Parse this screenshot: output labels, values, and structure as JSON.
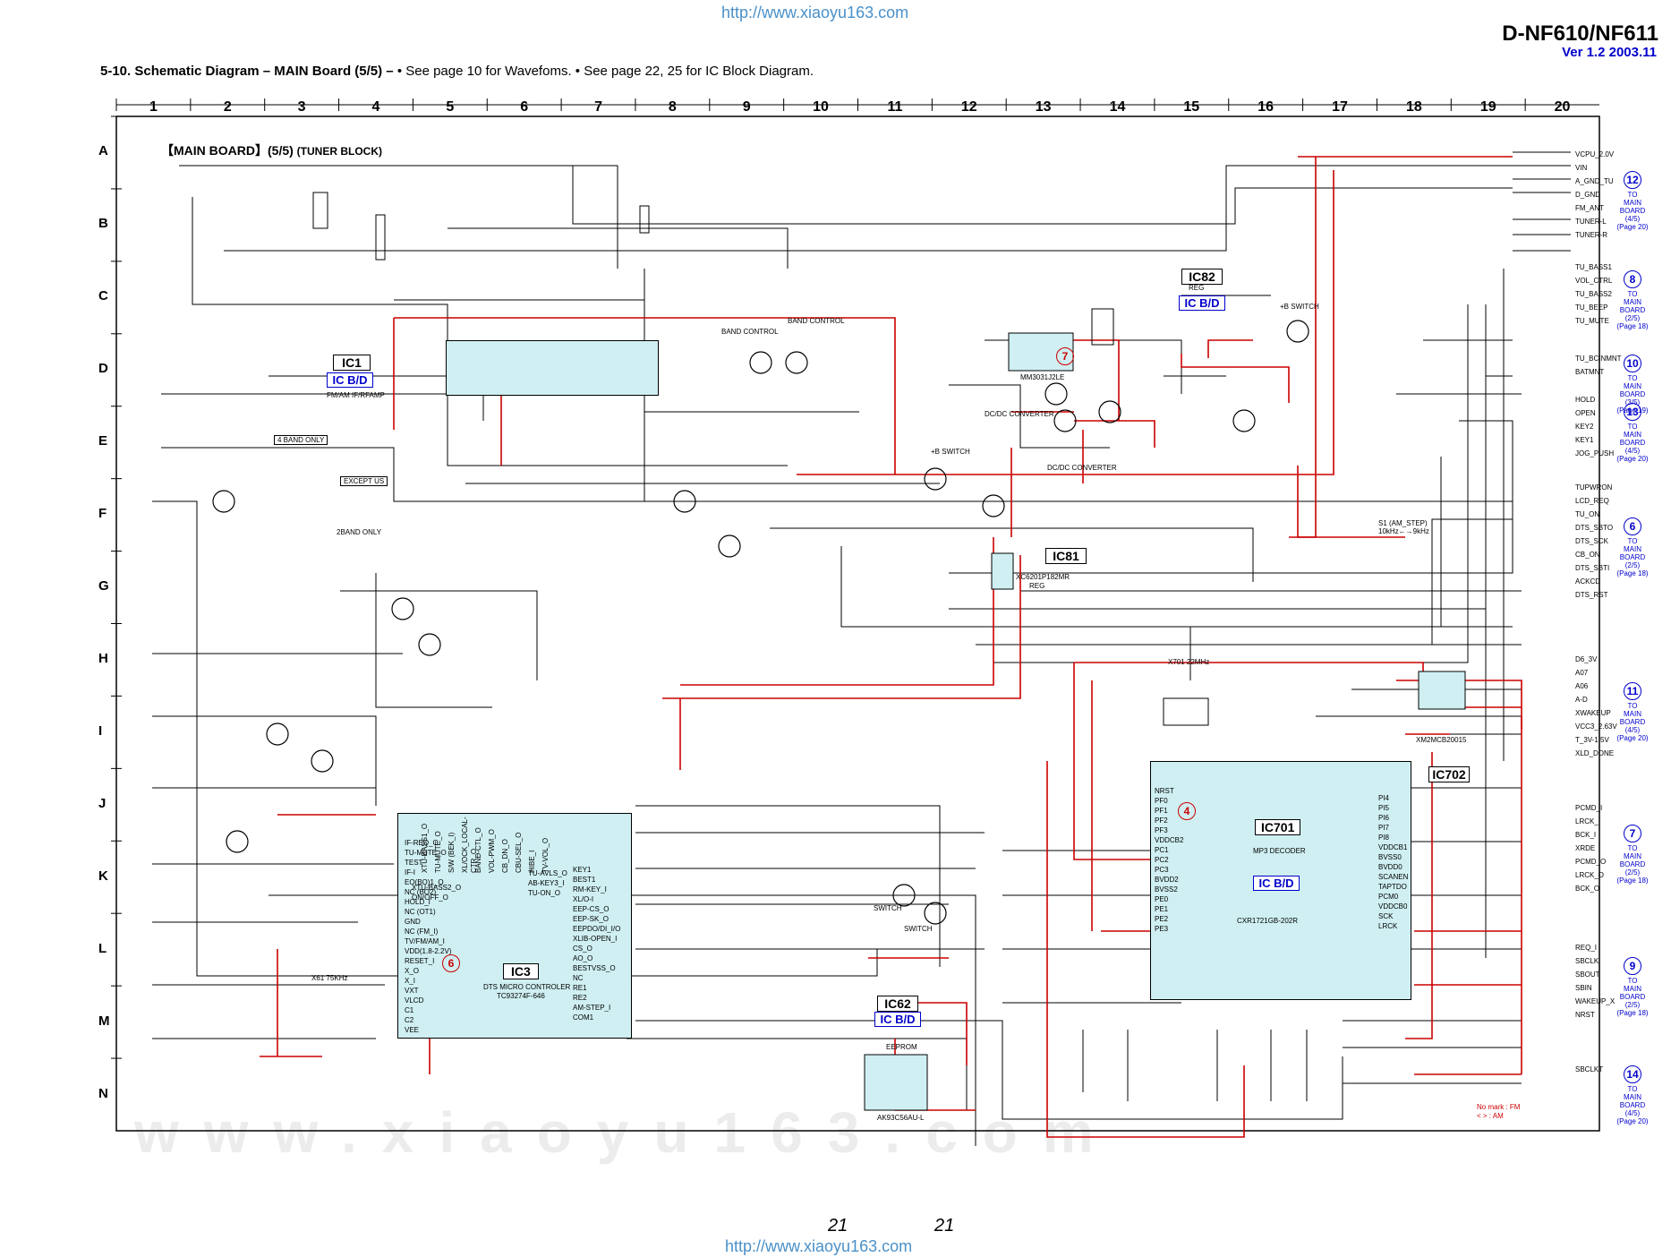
{
  "header": {
    "url_top": "http://www.xiaoyu163.com",
    "model": "D-NF610/NF611",
    "version": "Ver 1.2  2003.11",
    "section": "5-10. Schematic Diagram",
    "section_sub": "– MAIN Board (5/5) –",
    "note1": "• See page 10 for Wavefoms.",
    "note2": "• See page 22, 25 for IC Block Diagram."
  },
  "grid": {
    "columns": [
      "1",
      "2",
      "3",
      "4",
      "5",
      "6",
      "7",
      "8",
      "9",
      "10",
      "11",
      "12",
      "13",
      "14",
      "15",
      "16",
      "17",
      "18",
      "19",
      "20"
    ],
    "rows": [
      "A",
      "B",
      "C",
      "D",
      "E",
      "F",
      "G",
      "H",
      "I",
      "J",
      "K",
      "L",
      "M",
      "N"
    ]
  },
  "board_title": "【MAIN BOARD】(5/5)",
  "board_sub": "(TUNER BLOCK)",
  "ic_blocks": [
    {
      "id": "IC1",
      "tag": "IC B/D",
      "part": "FM/AM IF/RFAMP"
    },
    {
      "id": "IC82",
      "tag": "IC B/D",
      "part": "MM3031J2LE",
      "desc": "REG"
    },
    {
      "id": "IC81",
      "part": "XC6201P182MR",
      "desc": "REG"
    },
    {
      "id": "IC3",
      "part": "TC93274F-646",
      "desc": "DTS MICRO CONTROLER"
    },
    {
      "id": "IC62",
      "tag": "IC B/D",
      "part": "AK93C56AU-L",
      "desc": "EEPROM"
    },
    {
      "id": "IC701",
      "tag": "IC B/D",
      "part": "CXR1721GB-202R",
      "desc": "MP3 DECODER"
    },
    {
      "id": "IC702",
      "part": "XM2MCB20015"
    }
  ],
  "ic3_pins_left": [
    "IF-REQ_O",
    "TU-MUTE_O",
    "TEST",
    "IF-I",
    "EO(BO)1_O",
    "NC (BO2)",
    "HOLD_I",
    "NC (OT1)",
    "GND",
    "NC (FM_I)",
    "TV/FM/AM_I",
    "VDD(1.8-2.2V)",
    "RESET_I",
    "X_O",
    "X_I",
    "VXT",
    "VLCD",
    "C1",
    "C2",
    "VEE"
  ],
  "ic3_pins_right": [
    "KEY1",
    "BEST1",
    "RM-KEY_I",
    "XL/O-I",
    "EEP-CS_O",
    "EEP-SK_O",
    "EEPDO/DI_I/O",
    "XLIB-OPEN_I",
    "CS_O",
    "AO_O",
    "BESTVSS_O",
    "NC",
    "RE1",
    "RE2",
    "AM-STEP_I",
    "COM1"
  ],
  "ic3_pin_top": [
    "XTU-BASS1_O",
    "TU-MUTE_O",
    "S/W (BEK_I)",
    "XL/OCK_LOCAL-CTR_O",
    "BAND-CTL_O",
    "VOL-PWM_O",
    "CB_DN_O",
    "CBU-SEL_O",
    "HIBE_I",
    "TV-VOL_O"
  ],
  "ic701_pins_left": [
    "NRST",
    "PF0",
    "PF1",
    "PF2",
    "PF3",
    "VDDCB2",
    "PC1",
    "PC2",
    "PC3",
    "BVDD2",
    "BVSS2",
    "PE0",
    "PE1",
    "PE2",
    "PE3"
  ],
  "ic701_pins_right": [
    "PI4",
    "PI5",
    "PI6",
    "PI7",
    "PI8",
    "VDDCB1",
    "BVSS0",
    "BVDD0",
    "SCANEN",
    "TAPTDO",
    "PCM0",
    "VDDCB0",
    "SCK",
    "LRCK"
  ],
  "left_signals": [
    "XTU-BASS2_O",
    "ON/OFF_O"
  ],
  "ic3_mid_labels": [
    "TU-AVLS_O",
    "AB-KEY3_I",
    "TU-ON_O"
  ],
  "right_connectors": [
    {
      "num": "12",
      "lines": [
        "TO",
        "MAIN",
        "BOARD",
        "(4/5)",
        "(Page 20)"
      ],
      "signals": [
        "VCPU_2.0V",
        "VIN",
        "A_GND_TU",
        "D_GND",
        "FM_ANT",
        "TUNER-L",
        "TUNER-R"
      ]
    },
    {
      "num": "8",
      "lines": [
        "TO",
        "MAIN",
        "BOARD",
        "(2/5)",
        "(Page 18)"
      ],
      "signals": [
        "TU_BASS1",
        "VOL_CTRL",
        "TU_BASS2",
        "TU_BEEP",
        "TU_MUTE"
      ]
    },
    {
      "num": "10",
      "lines": [
        "TO",
        "MAIN",
        "BOARD",
        "(3/5)",
        "(Page 19)"
      ],
      "signals": [
        "TU_BCINMNT",
        "BATMNT"
      ]
    },
    {
      "num": "13",
      "lines": [
        "TO",
        "MAIN",
        "BOARD",
        "(4/5)",
        "(Page 20)"
      ],
      "signals": [
        "HOLD",
        "OPEN",
        "KEY2",
        "KEY1",
        "JOG_PUSH"
      ]
    },
    {
      "num": "6",
      "lines": [
        "TO",
        "MAIN",
        "BOARD",
        "(2/5)",
        "(Page 18)"
      ],
      "signals": [
        "TUPWRON",
        "LCD_REQ",
        "TU_ON",
        "DTS_SBTO",
        "DTS_SCK",
        "CB_ON",
        "DTS_SBTI",
        "ACKCD",
        "DTS_RST"
      ]
    },
    {
      "num": "11",
      "lines": [
        "TO",
        "MAIN",
        "BOARD",
        "(4/5)",
        "(Page 20)"
      ],
      "signals": [
        "D6_3V",
        "A07",
        "A06",
        "A-D",
        "XWAKEUP",
        "VCC3_2.63V",
        "T_3V-1.5V",
        "XLD_DONE"
      ]
    },
    {
      "num": "7",
      "lines": [
        "TO",
        "MAIN",
        "BOARD",
        "(2/5)",
        "(Page 18)"
      ],
      "signals": [
        "PCMD_I",
        "LRCK_I",
        "BCK_I",
        "XRDE",
        "PCMD_O",
        "LRCK_O",
        "BCK_O"
      ]
    },
    {
      "num": "9",
      "lines": [
        "TO",
        "MAIN",
        "BOARD",
        "(2/5)",
        "(Page 18)"
      ],
      "signals": [
        "REQ_I",
        "SBCLK",
        "SBOUT",
        "SBIN",
        "WAKEUP_X",
        "NRST"
      ]
    },
    {
      "num": "14",
      "lines": [
        "TO",
        "MAIN",
        "BOARD",
        "(4/5)",
        "(Page 20)"
      ],
      "signals": [
        "SBCLKT"
      ]
    }
  ],
  "waveform_markers": [
    "7",
    "4",
    "6"
  ],
  "legend": {
    "line1": "No mark : FM",
    "line2": "<  > : AM"
  },
  "component_labels": [
    "BAND CONTROL",
    "BAND CONTROL",
    "+B SWITCH",
    "+B SWITCH",
    "DC/DC CONVERTER",
    "DC/DC CONVERTER",
    "SWITCH",
    "SWITCH",
    "4 BAND ONLY",
    "2BAND ONLY",
    "EXCEPT US",
    "S1 (AM_STEP) 10kHz←→9kHz",
    "X701 22MHz",
    "X61 75KHz"
  ],
  "page_numbers": [
    "21",
    "21"
  ],
  "url_bottom": "http://www.xiaoyu163.com",
  "watermark": "www.xiaoyu163.com",
  "colors": {
    "wire": "#000000",
    "highlight": "#cc0000",
    "chip_fill": "#cfeff2",
    "accent": "#0000cc"
  }
}
